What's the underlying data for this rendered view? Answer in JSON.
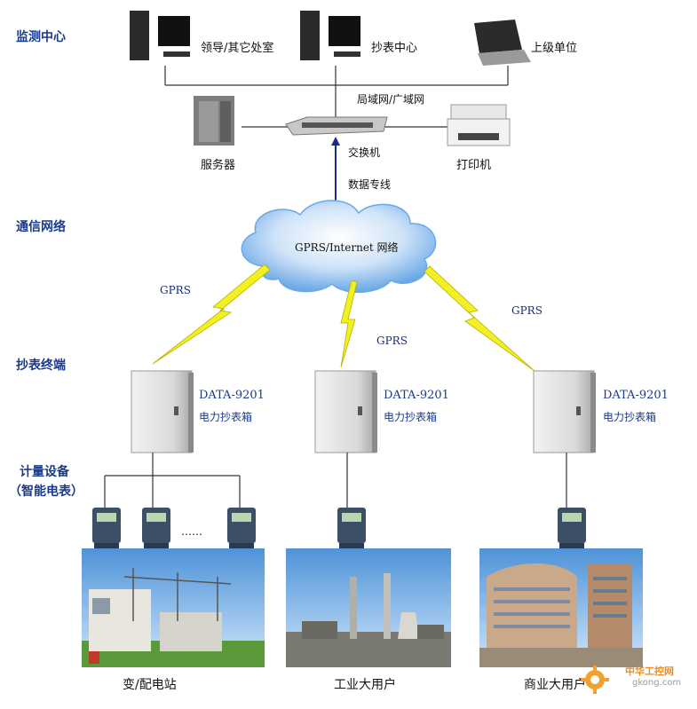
{
  "sections": {
    "monitoring_center": "监测中心",
    "comm_network": "通信网络",
    "meter_terminal": "抄表终端",
    "metering_device_line1": "计量设备",
    "metering_device_line2": "（智能电表）"
  },
  "devices": {
    "leader_office": "领导/其它处室",
    "reading_center": "抄表中心",
    "superior_unit": "上级单位",
    "lan_wan": "局域网/广域网",
    "server": "服务器",
    "switch": "交换机",
    "printer": "打印机",
    "data_line": "数据专线"
  },
  "network": {
    "cloud_label": "GPRS/Internet 网络",
    "gprs_left": "GPRS",
    "gprs_mid": "GPRS",
    "gprs_right": "GPRS"
  },
  "terminals": [
    {
      "model": "DATA-9201",
      "name": "电力抄表箱"
    },
    {
      "model": "DATA-9201",
      "name": "电力抄表箱"
    },
    {
      "model": "DATA-9201",
      "name": "电力抄表箱"
    }
  ],
  "meters": {
    "ellipsis": "……"
  },
  "sites": {
    "substation": "变/配电站",
    "industrial": "工业大用户",
    "commercial": "商业大用户"
  },
  "watermark": {
    "cn": "中华工控网",
    "url": "gkong.com"
  },
  "colors": {
    "accent": "#1a3a8a",
    "bolt": "#f2f020",
    "cloud": "#6aa8e6"
  }
}
